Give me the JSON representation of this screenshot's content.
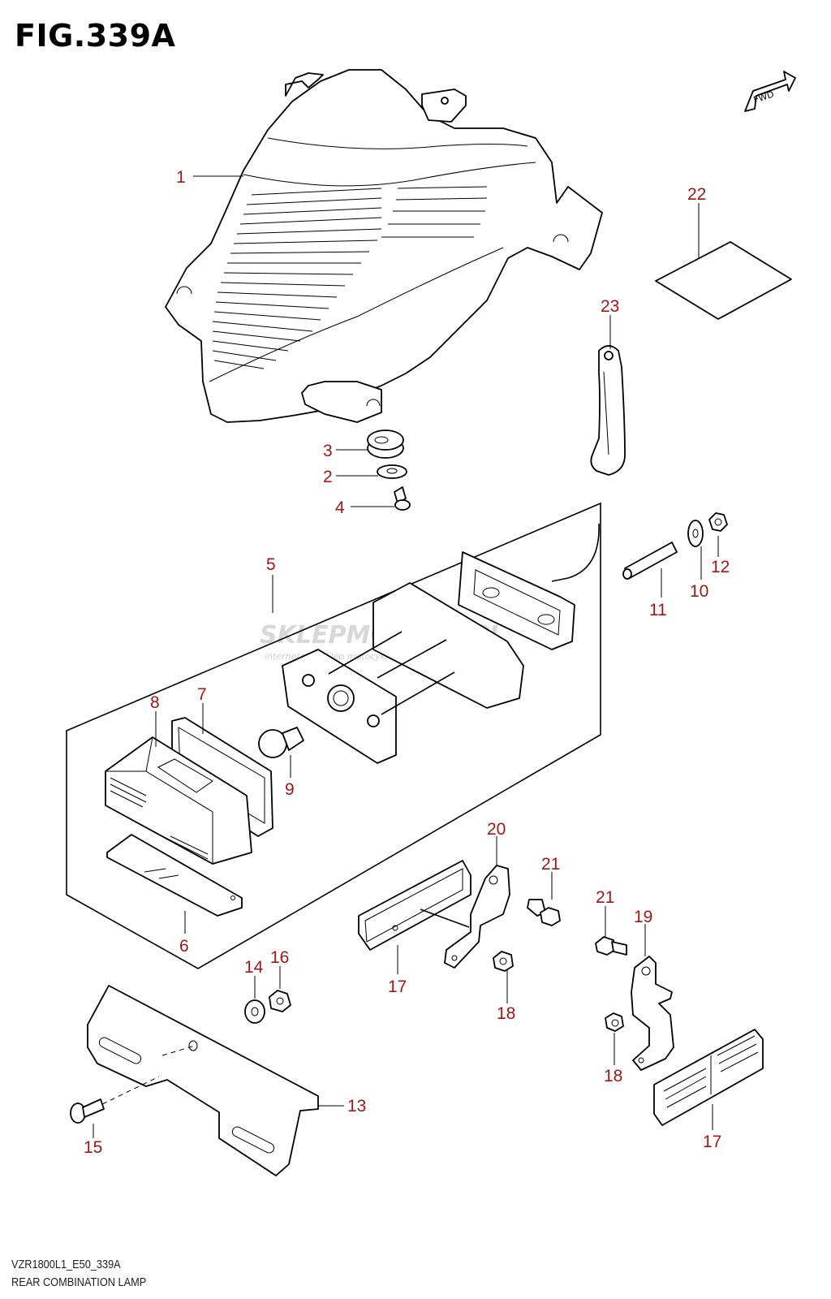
{
  "figure": {
    "title": "FIG.339A",
    "model_code": "VZR1800L1_E50_339A",
    "name": "REAR COMBINATION LAMP"
  },
  "forward_badge": "FWD",
  "watermark": {
    "brand": "SKLEPMOTO48.PL",
    "tagline": "internetowy sklep motocyklowy"
  },
  "colors": {
    "callout": "#a01818",
    "line": "#000000"
  },
  "callouts": [
    "1",
    "2",
    "3",
    "4",
    "5",
    "6",
    "7",
    "8",
    "9",
    "10",
    "11",
    "12",
    "13",
    "14",
    "15",
    "16",
    "17",
    "17",
    "18",
    "18",
    "19",
    "20",
    "21",
    "21",
    "22",
    "23"
  ]
}
